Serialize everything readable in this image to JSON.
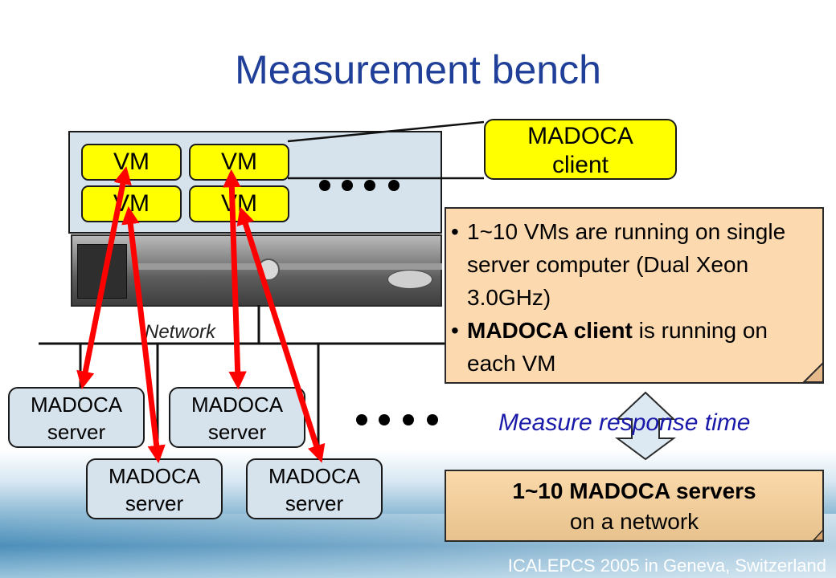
{
  "slide": {
    "title": "Measurement bench",
    "footer": "ICALEPCS 2005 in Geneva, Switzerland"
  },
  "vms": [
    {
      "label": "VM"
    },
    {
      "label": "VM"
    },
    {
      "label": "VM"
    },
    {
      "label": "VM"
    }
  ],
  "client": {
    "line1": "MADOCA",
    "line2": "client"
  },
  "note": {
    "bullet1": "1~10 VMs are running on single server computer (Dual Xeon 3.0GHz)",
    "bullet2_bold": "MADOCA client",
    "bullet2_rest": " is running on each VM"
  },
  "network_label": "Network",
  "servers": [
    {
      "line1": "MADOCA",
      "line2": "server"
    },
    {
      "line1": "MADOCA",
      "line2": "server"
    },
    {
      "line1": "MADOCA",
      "line2": "server"
    },
    {
      "line1": "MADOCA",
      "line2": "server"
    }
  ],
  "measure_label": "Measure response time",
  "servers_summary": {
    "line1": "1~10 MADOCA servers",
    "line2": "on a network"
  },
  "colors": {
    "title": "#1f3f99",
    "vm_fill": "#ffff00",
    "arrow": "#ff0000",
    "note_fill": "#fdd9b0",
    "server_fill": "#d6e3ec",
    "measure_text": "#1a1aaa"
  },
  "icons": [
    "double-headed-arrow-icon",
    "ellipsis-dots-icon",
    "rack-server-icon"
  ]
}
